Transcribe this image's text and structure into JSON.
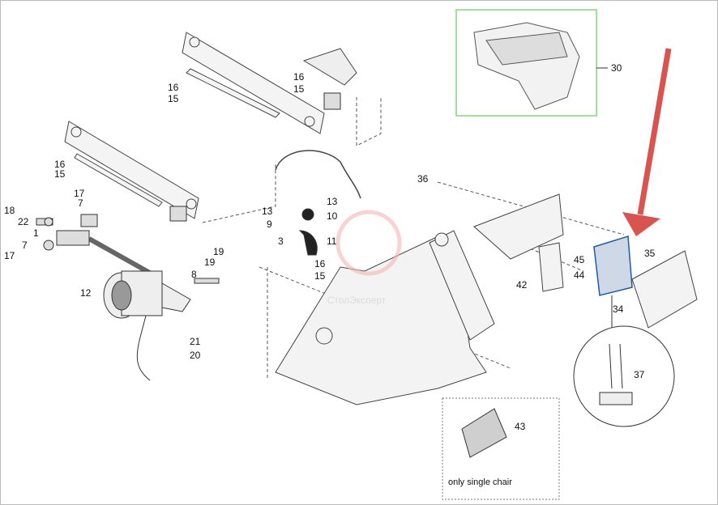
{
  "diagram": {
    "title": "Exploded parts diagram - chair lift base assembly",
    "callouts": [
      "30",
      "16",
      "15",
      "16",
      "15",
      "16",
      "15",
      "17",
      "7",
      "18",
      "22",
      "1",
      "7",
      "17",
      "12",
      "8",
      "19",
      "19",
      "3",
      "9",
      "13",
      "13",
      "10",
      "11",
      "16",
      "15",
      "21",
      "20",
      "36",
      "45",
      "44",
      "35",
      "42",
      "34",
      "37",
      "43"
    ],
    "note": "only single chair",
    "watermark": "СтолЭксперт",
    "colors": {
      "detail_frame": "#7dd87d",
      "arrow": "#d9534f",
      "pcb": "#1e5aa8",
      "line": "#333333"
    }
  }
}
